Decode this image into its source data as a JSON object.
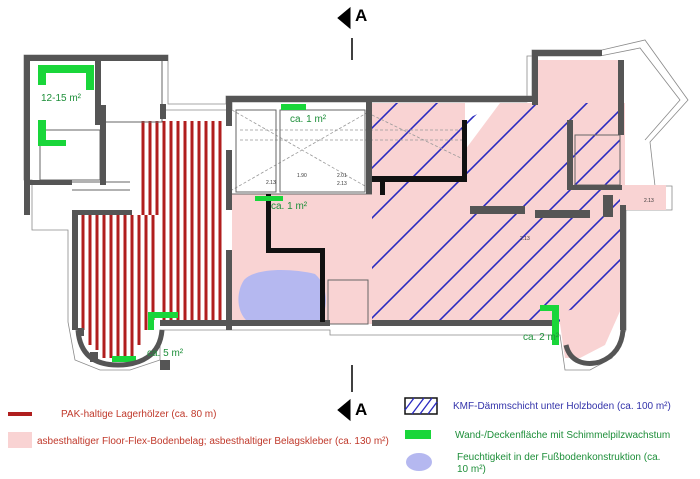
{
  "section_marker": "A",
  "labels": {
    "room_12_15": "12-15 m²",
    "room_1a": "ca. 1 m²",
    "room_1b": "ca. 1 m²",
    "room_5": "ca. 5 m²",
    "room_2": "ca. 2 m²"
  },
  "dimensions": {
    "d1": "1.90",
    "d2": "2.01",
    "d3": "2.13",
    "d4": "2.13",
    "d5": "2.13",
    "d6": "2.13"
  },
  "legend": {
    "pak": "PAK-haltige Lagerhölzer (ca. 80 m)",
    "asbestos": "asbesthaltiger Floor-Flex-Bodenbelag; asbesthaltiger Belagskleber (ca. 130 m²)",
    "kmf": "KMF-Dämmschicht unter Holzboden (ca. 100 m²)",
    "mold": "Wand-/Deckenfläche mit Schimmelpilzwachstum",
    "moisture_line1": "Feuchtigkeit in der Fußbodenkonstruktion (ca.",
    "moisture_line2": "10 m²)"
  },
  "colors": {
    "pak_red": "#b01e1e",
    "asbestos_pink": "#f9d3d3",
    "kmf_blue": "#2a2ac0",
    "mold_green": "#19d63a",
    "moisture_blue": "#b5b8f0",
    "wall": "#555555"
  }
}
